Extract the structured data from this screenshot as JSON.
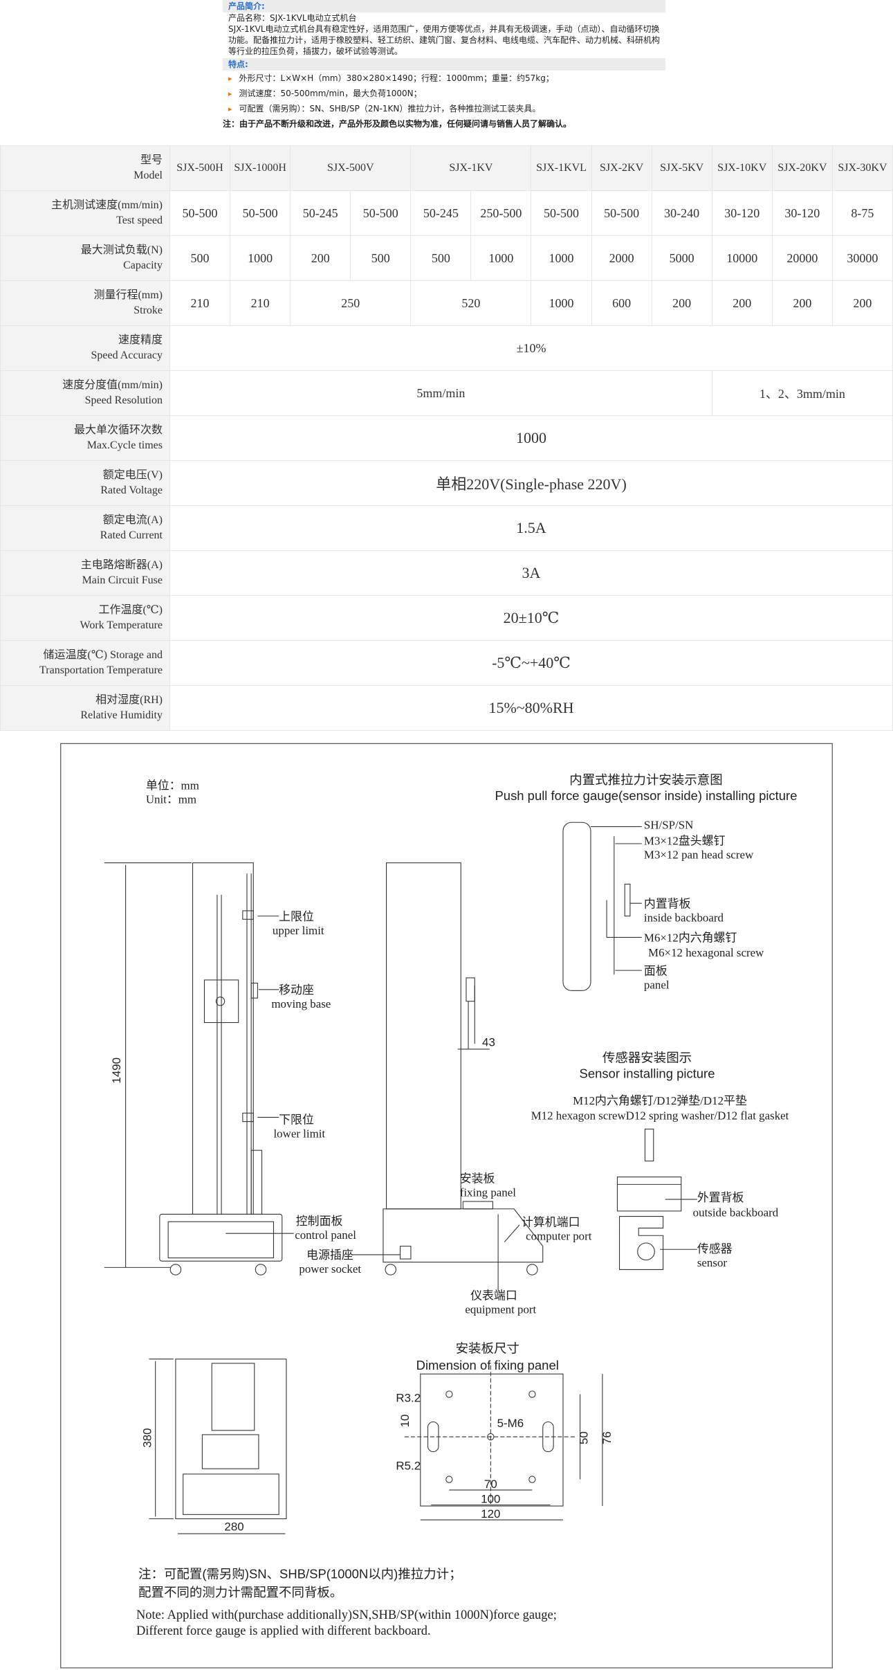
{
  "intro": {
    "heading": "产品简介:",
    "name": "产品名称：SJX-1KVL电动立式机台",
    "description": "SJX-1KVL电动立式机台具有稳定性好，适用范围广，使用方便等优点，并具有无极调速，手动（点动）、自动循环切换功能。配备推拉力计，适用于橡胶塑料、轻工纺织、建筑门窗、复合材料、电线电缆、汽车配件、动力机械、科研机构等行业的拉压负荷，插拔力，破坏试验等测试。",
    "features_heading": "特点:",
    "features": [
      "外形尺寸：L×W×H（mm）380×280×1490；行程：1000mm；重量：约57kg；",
      "测试速度：50-500mm/min，最大负荷1000N；",
      "可配置（需另购）：SN、SHB/SP（2N-1KN）推拉力计，各种推拉测试工装夹具。"
    ],
    "note": "注：由于产品不断升级和改进，产品外形及颜色以实物为准，任何疑问请与销售人员了解确认。"
  },
  "table": {
    "model": {
      "zh": "型号",
      "en": "Model",
      "values": [
        "SJX-500H",
        "SJX-1000H",
        "SJX-500V",
        "SJX-1KV",
        "SJX-1KVL",
        "SJX-2KV",
        "SJX-5KV",
        "SJX-10KV",
        "SJX-20KV",
        "SJX-30KV"
      ]
    },
    "speed": {
      "zh": "主机测试速度(mm/min)",
      "en": "Test speed",
      "values": [
        "50-500",
        "50-500",
        "50-245",
        "50-500",
        "50-245",
        "250-500",
        "50-500",
        "50-500",
        "30-240",
        "30-120",
        "30-120",
        "8-75"
      ]
    },
    "capacity": {
      "zh": "最大测试负载(N)",
      "en": "Capacity",
      "values": [
        "500",
        "1000",
        "200",
        "500",
        "500",
        "1000",
        "1000",
        "2000",
        "5000",
        "10000",
        "20000",
        "30000"
      ]
    },
    "stroke": {
      "zh": "测量行程(mm)",
      "en": "Stroke",
      "values": [
        "210",
        "210",
        "250",
        "520",
        "1000",
        "600",
        "200",
        "200",
        "200",
        "200"
      ]
    },
    "accuracy": {
      "zh": "速度精度",
      "en": "Speed Accuracy",
      "value": "±10%"
    },
    "resolution": {
      "zh": "速度分度值(mm/min)",
      "en": "Speed Resolution",
      "values": [
        "5mm/min",
        "1、2、3mm/min"
      ]
    },
    "cycles": {
      "zh": "最大单次循环次数",
      "en": "Max.Cycle times",
      "value": "1000"
    },
    "voltage": {
      "zh": "额定电压(V)",
      "en": "Rated Voltage",
      "value": "单相220V(Single-phase 220V)"
    },
    "current": {
      "zh": "额定电流(A)",
      "en": "Rated Current",
      "value": "1.5A"
    },
    "fuse": {
      "zh": "主电路熔断器(A)",
      "en": "Main Circuit Fuse",
      "value": "3A"
    },
    "work_temp": {
      "zh": "工作温度(℃)",
      "en": "Work Temperature",
      "value": "20±10℃"
    },
    "storage_temp": {
      "zh": "储运温度(℃)",
      "en_1": "Storage and",
      "en_2": "Transportation  Temperature",
      "value": "-5℃~+40℃"
    },
    "humidity": {
      "zh": "相对湿度(RH)",
      "en": "Relative Humidity",
      "value": "15%~80%RH"
    }
  },
  "drawing": {
    "unit_zh": "单位：mm",
    "unit_en": "Unit：mm",
    "gauge_title_zh": "内置式推拉力计安装示意图",
    "gauge_title_en": "Push pull force gauge(sensor inside) installing picture",
    "gauge_labels": {
      "model": "SH/SP/SN",
      "m3_zh": "M3×12盘头螺钉",
      "m3_en": "M3×12 pan head screw",
      "inside_zh": "内置背板",
      "inside_en": "inside backboard",
      "m6_zh": "M6×12内六角螺钉",
      "m6_en": "M6×12 hexagonal screw",
      "panel_zh": "面板",
      "panel_en": "panel"
    },
    "machine_labels": {
      "upper_zh": "上限位",
      "upper_en": "upper limit",
      "moving_zh": "移动座",
      "moving_en": "moving base",
      "lower_zh": "下限位",
      "lower_en": "lower limit",
      "control_zh": "控制面板",
      "control_en": "control panel",
      "power_zh": "电源插座",
      "power_en": "power socket",
      "fixing_zh": "安装板",
      "fixing_en": "fixing panel",
      "computer_zh": "计算机端口",
      "computer_en": "computer port",
      "equipment_zh": "仪表端口",
      "equipment_en": "equipment port",
      "height": "1490",
      "offset": "43"
    },
    "sensor_title_zh": "传感器安装图示",
    "sensor_title_en": "Sensor installing picture",
    "sensor_labels": {
      "screw_zh": "M12内六角螺钉/D12弹垫/D12平垫",
      "screw_en": "M12 hexagon screwD12 spring washer/D12 flat gasket",
      "outside_zh": "外置背板",
      "outside_en": "outside backboard",
      "sensor_zh": "传感器",
      "sensor_en": "sensor"
    },
    "bottom_view": {
      "depth": "380",
      "width": "280"
    },
    "fixing_title_zh": "安装板尺寸",
    "fixing_title_en": "Dimension of fixing panel",
    "fixing_dims": {
      "r1": "R3.2",
      "d10": "10",
      "holes": "5-M6",
      "d50": "50",
      "d76": "76",
      "r2": "R5.2",
      "d70": "70",
      "d100": "100",
      "d120": "120"
    },
    "notes": {
      "zh_1": "注：可配置(需另购)SN、SHB/SP(1000N以内)推拉力计；",
      "zh_2": "配置不同的测力计需配置不同背板。",
      "en_1": "Note: Applied with(purchase additionally)SN,SHB/SP(within 1000N)force gauge;",
      "en_2": "Different force gauge is applied with different backboard."
    }
  }
}
